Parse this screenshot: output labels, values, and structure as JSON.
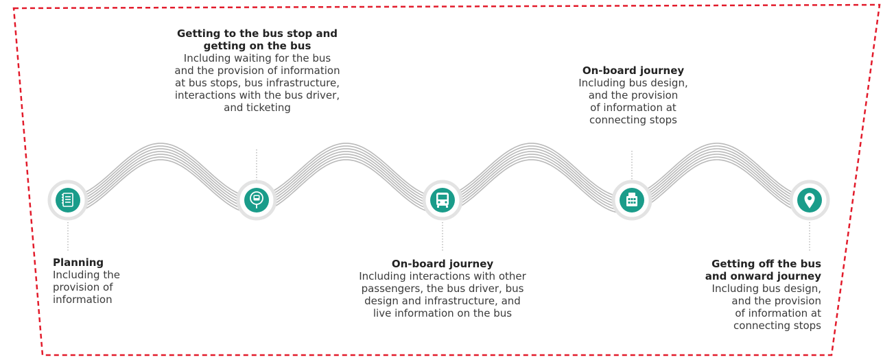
{
  "colors": {
    "border": "#e21b2b",
    "wave": "#b9b9b9",
    "icon_fill": "#1a9c8a",
    "icon_ring": "#e3e3e3",
    "icon_symbol": "#ffffff",
    "connector": "#a8a8a8"
  },
  "stages": [
    {
      "icon": "notepad-icon",
      "title": "Planning",
      "description": "Including the\nprovision of\ninformation"
    },
    {
      "icon": "bus-stop-icon",
      "title": "Getting to the bus stop and\ngetting on the bus",
      "description": "Including waiting for the bus\nand the provision of information\nat bus stops, bus infrastructure,\ninteractions with the bus driver,\nand ticketing"
    },
    {
      "icon": "bus-icon",
      "title": "On-board journey",
      "description": "Including interactions with other\npassengers, the bus driver, bus\ndesign and infrastructure, and\nlive information on the bus"
    },
    {
      "icon": "connecting-stop-icon",
      "title": "On-board journey",
      "description": "Including bus design,\nand the provision\nof information at\nconnecting stops"
    },
    {
      "icon": "location-pin-icon",
      "title": "Getting off the bus\nand onward journey",
      "description": "Including bus design,\nand the provision\nof information at\nconnecting stops"
    }
  ]
}
